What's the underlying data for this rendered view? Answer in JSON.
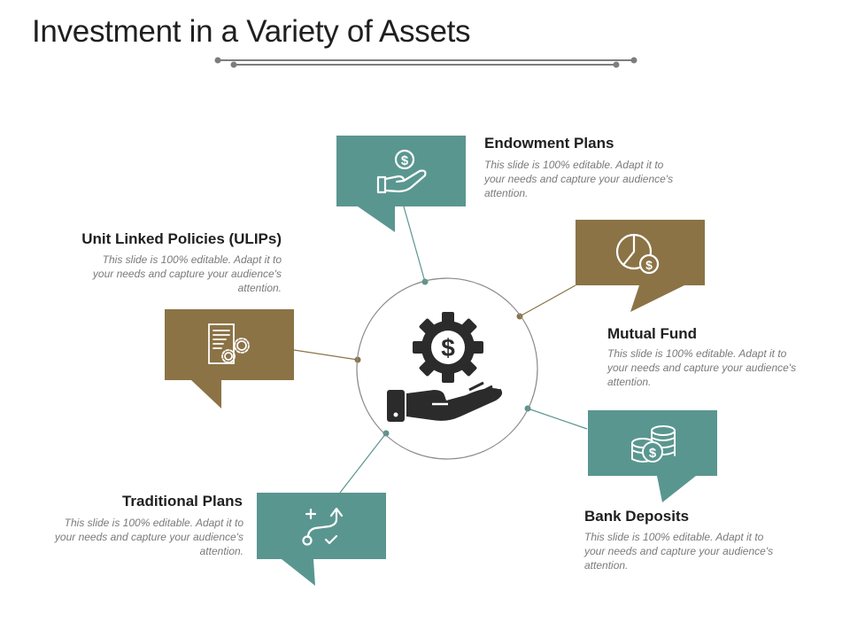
{
  "title": "Investment in a Variety of Assets",
  "colors": {
    "teal": "#5a9690",
    "brown": "#8b7346",
    "dark": "#2b2b2b",
    "line": "#8a8a8a"
  },
  "center": {
    "icon": "dollar-gear-hand-icon"
  },
  "items": [
    {
      "key": "endowment",
      "title": "Endowment Plans",
      "desc": "This slide is 100% editable. Adapt it to your needs and capture your audience's attention.",
      "icon": "hand-coin-icon",
      "color": "teal"
    },
    {
      "key": "ulips",
      "title": "Unit Linked Policies (ULIPs)",
      "desc": "This slide is 100% editable. Adapt it to your needs and capture your audience's attention.",
      "icon": "document-gears-icon",
      "color": "brown"
    },
    {
      "key": "mutual",
      "title": "Mutual Fund",
      "desc": "This slide is 100% editable. Adapt it to your needs and capture your audience's attention.",
      "icon": "pie-coin-icon",
      "color": "brown"
    },
    {
      "key": "bank",
      "title": "Bank Deposits",
      "desc": "This slide is 100% editable. Adapt it to your needs and capture your audience's attention.",
      "icon": "coin-stack-icon",
      "color": "teal"
    },
    {
      "key": "traditional",
      "title": "Traditional Plans",
      "desc": "This slide is 100% editable. Adapt it to your needs and capture your audience's attention.",
      "icon": "strategy-path-icon",
      "color": "teal"
    }
  ]
}
